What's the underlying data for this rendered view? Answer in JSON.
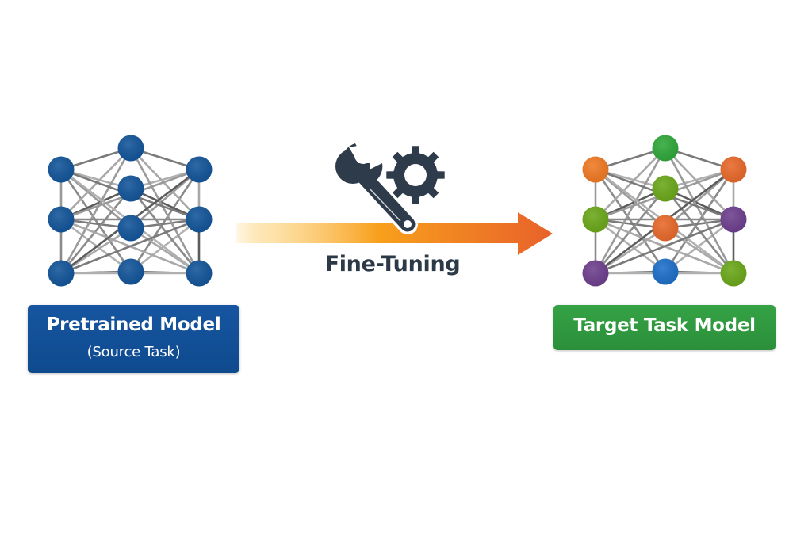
{
  "source_model": {
    "title": "Pretrained Model",
    "subtitle": "(Source Task)",
    "box_color": "#1655a0",
    "node_colors": [
      "#13559a",
      "#13559a",
      "#13559a",
      "#13559a",
      "#13559a",
      "#13559a",
      "#13559a",
      "#13559a",
      "#13559a",
      "#13559a"
    ]
  },
  "process": {
    "label": "Fine-Tuning",
    "icon": "wrench-and-gear-icon",
    "arrow_colors": [
      "#fff8ea",
      "#f8a01c",
      "#e8612a"
    ],
    "icon_color": "#2e3b4a"
  },
  "target_model": {
    "title": "Target Task Model",
    "box_color": "#2b8f3a",
    "node_colors": [
      "#f07a24",
      "#6ba81a",
      "#6e3f8e",
      "#2fa83a",
      "#6ba81a",
      "#e8692a",
      "#1e6fc9",
      "#e8692a",
      "#6e3f8e",
      "#6ba81a"
    ]
  }
}
